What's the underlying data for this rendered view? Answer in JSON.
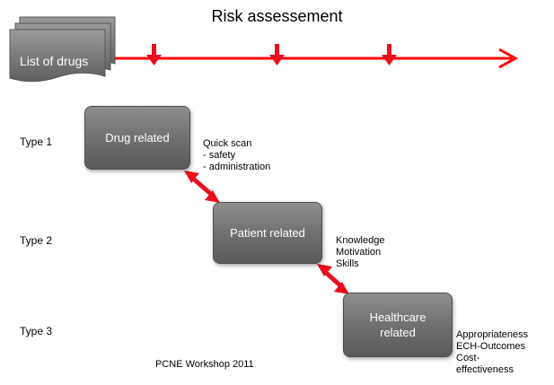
{
  "title": "Risk assessement",
  "drug_list": {
    "label": "List of drugs"
  },
  "timeline": {
    "color": "#ff0000",
    "marker_count": 3
  },
  "types": [
    {
      "label": "Type 1",
      "box": "Drug related",
      "notes": "Quick scan\n- safety\n- administration"
    },
    {
      "label": "Type 2",
      "box": "Patient related",
      "notes": "Knowledge\nMotivation\nSkills"
    },
    {
      "label": "Type 3",
      "box": "Healthcare\nrelated",
      "notes": "Appropriateness\nECH-Outcomes\nCost-\neffectiveness"
    }
  ],
  "connector_color": "#e8101b",
  "box_color": "#777777",
  "footer": "PCNE Workshop 2011"
}
